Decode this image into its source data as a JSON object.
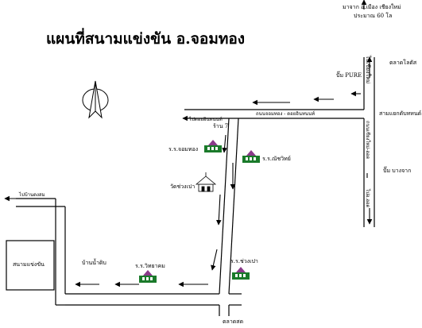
{
  "title": "แผนที่สนามแข่งขัน อ.จอมทอง",
  "distance_note": {
    "line1": "มาจาก อ.เมือง เชียงใหม่",
    "line2": "ประมาณ 60 โล"
  },
  "labels": {
    "to_chiangmai": "ไปเชียงใหม่",
    "talad_lotus": "ตลาดโลตัส",
    "pump_pure": "ปั๊ม PURE",
    "three_way_junction": "สามแยกดับทหนด์",
    "highway_chiangmai_hot": "ถนนเชียงใหม่-ฮอด",
    "pump_bangchak": "ปั๊ม บางจาก",
    "to_hot": "ไปอ.ฮอด",
    "to_doi_inthanon": "ไปดอยอินทนนท์",
    "road_jomthong_doi": "ถนนจอมทอง - ดอยอินทนนท์",
    "shop_7": "ร้าน 7",
    "school_jomthong": "ร.ร.จอมทอง",
    "school_nawaphon": "ร.ร.ณัชวิทย์",
    "temple_phrathat": "วัดช่วงเปา",
    "to_dong_kham": "ไปบ้านดงสม",
    "stadium": "สนามแข่งขัน",
    "ban_nam_tok": "บ้านน้ำดิบ",
    "school_withayakhom": "ร.ร.วิทยาคม",
    "school_chuang_pao": "ร.ร.ช่วงเปา",
    "market": "ตลาดสด"
  },
  "icons": {
    "north_arrow": "north-arrow-icon",
    "school": "school-building-icon",
    "temple": "temple-icon"
  }
}
